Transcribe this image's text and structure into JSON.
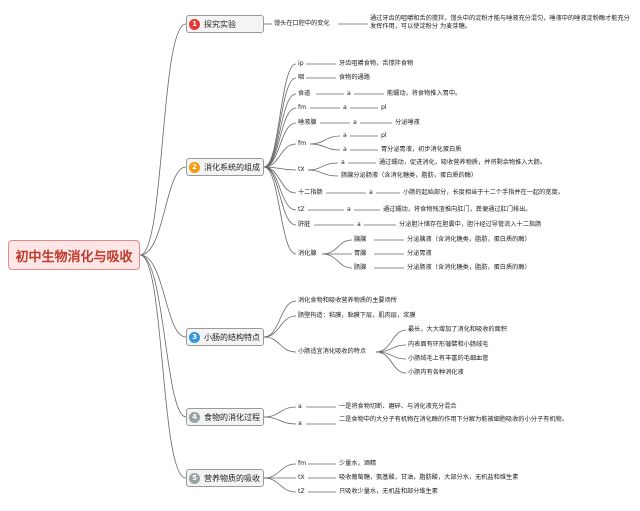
{
  "root": "初中生物消化与吸收",
  "colors": {
    "badge_red": "#e53935",
    "badge_orange": "#f39c12",
    "badge_blue": "#3498db",
    "badge_gray": "#95a5a6"
  },
  "branches": [
    {
      "num": "1",
      "label": "探究实验"
    },
    {
      "num": "2",
      "label": "消化系统的组成"
    },
    {
      "num": "3",
      "label": "小肠的结构特点"
    },
    {
      "num": "4",
      "label": "食物的消化过程"
    },
    {
      "num": "5",
      "label": "营养物质的吸收"
    }
  ],
  "b1": {
    "topic": "馒头在口腔中的变化",
    "desc": "通过牙齿的咀嚼和舌的搅拌，馒头中的淀粉才能与唾液充分混匀，唾液中的唾液淀粉酶才能充分发挥作用，可以使淀粉分 为麦芽糖。"
  },
  "b2": {
    "rows": [
      {
        "label": "ip",
        "text": "牙齿咀嚼食物，舌搅拌食物"
      },
      {
        "label": "咽",
        "text": "食物的通路"
      },
      {
        "label": "食道",
        "a": "a",
        "text": "能蠕动，将食物推入胃中。"
      },
      {
        "label": "fm",
        "a": "a",
        "text": "pl"
      },
      {
        "label": "唾液腺",
        "a": "a",
        "text": "分泌唾液"
      },
      {
        "label": "fm",
        "a1": "a",
        "t1": "pl",
        "a2": "a",
        "t2": "胃分泌胃液，初步消化蛋白质"
      },
      {
        "label": "tX",
        "a1": "a",
        "t1": "",
        "a2": "a",
        "t2": "通过蠕动，促进消化，吸收营养物质，并将剩余物推入大肠。",
        "t3": "肠腺分泌肠液（含消化糖类，脂肪，蛋白质的酶）"
      },
      {
        "label": "十二指肠",
        "a": "a",
        "text": "小肠的起始部分，长度相当于十二个手指并在一起的宽度。"
      },
      {
        "label": "tZ",
        "a": "a",
        "text": "通过蠕动，将食物残渣推向肛门，粪便通过肛门排出。"
      },
      {
        "label": "肝脏",
        "a": "a",
        "text": "分泌胆汁储存在胆囊中，胆汁经过导管流入十二指肠"
      }
    ],
    "glands": {
      "label": "消化腺",
      "items": [
        {
          "name": "胰腺",
          "text": "分泌胰液（含消化糖类，脂肪，蛋白质的酶）"
        },
        {
          "name": "胃腺",
          "text": "分泌胃液"
        },
        {
          "name": "肠腺",
          "text": "分泌肠液（含消化糖类，脂肪，蛋白质的酶）"
        }
      ]
    }
  },
  "b3": {
    "line1": "消化食物和吸收营养物质的主要场所",
    "line2": "肠壁构造：粘膜，黏膜下层，肌肉层，浆膜",
    "sub_label": "小肠适宜消化吸收的特点",
    "subs": [
      "最长，大大增加了消化和吸收的面积",
      "内表面有环形皱襞和小肠绒毛",
      "小肠绒毛上有丰富的毛细血管",
      "小肠内有各种消化液"
    ]
  },
  "b4": {
    "rows": [
      {
        "a": "a",
        "text": "一是将食物切断、磨碎、与消化液充分混合"
      },
      {
        "a": "a",
        "text": "二是食物中的大分子有机物在消化酶的作用下分解为能被细胞吸收的小分子有机物。"
      }
    ]
  },
  "b5": {
    "rows": [
      {
        "label": "fm",
        "text": "少量水，酒精"
      },
      {
        "label": "tX",
        "text": "吸收葡萄糖，氨基酸，甘油，脂肪酸，大部分水，无机盐和维生素"
      },
      {
        "label": "tZ",
        "text": "只吸收少量水，无机盐和部分维生素"
      }
    ]
  }
}
